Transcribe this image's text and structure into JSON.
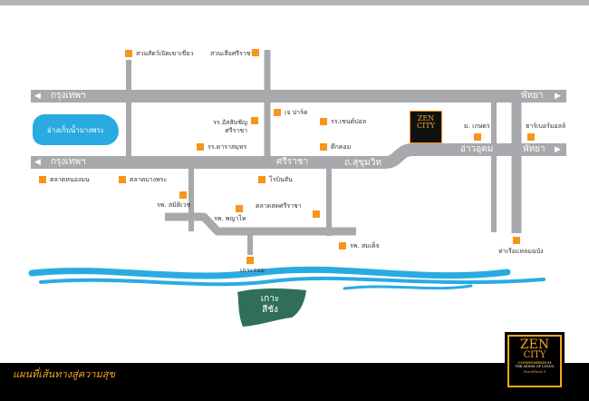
{
  "roads": {
    "bangkok_top": "กรุงเทพฯ",
    "pattaya_top": "พัทยา",
    "bangkok_bottom": "กรุงเทพฯ",
    "sriracha": "ศรีราชา",
    "sukhumvit": "ถ.สุขุมวิท",
    "ao_udom": "อ่าวอุดม",
    "pattaya_bottom": "พัทยา"
  },
  "lake": "อ่างเก็บน้ำบางพระ",
  "island": [
    "เกาะ",
    "สีชัง"
  ],
  "places": [
    "สวนสัตว์เปิดเขาเขียว",
    "สวนเสือศรีราชา",
    "เจ ปาร์ค",
    "รร.อัสสัมชัญ ศรีราชา",
    "รร.ดาราสมุทร",
    "รร.เซนต์ปอล",
    "ตึกคอม",
    "ม. เกษตร",
    "ฮาร์เบอร์มอลล์",
    "ตลาดหนองมน",
    "ตลาดบางพระ",
    "โรบินสัน",
    "รพ. สมิติเวช",
    "รพ. พญาไท",
    "ตลาดสดศรีราชา",
    "รพ. สมเด็จ",
    "เกาะลอย",
    "ท่าเรือแหลมฉบัง"
  ],
  "logo": {
    "line1": "ZEN",
    "line2": "CITY",
    "line3": "CONDOMINIUM",
    "line4": "THE SENSE OF LIVING",
    "line5": "Parcbland 9"
  },
  "footer": {
    "slogan": "แผนที่เส้นทางสู่ความสุข"
  },
  "colors": {
    "road": "#a7a9ac",
    "marker": "#f7941d",
    "water": "#29abe2",
    "island": "#2f6f5a"
  }
}
